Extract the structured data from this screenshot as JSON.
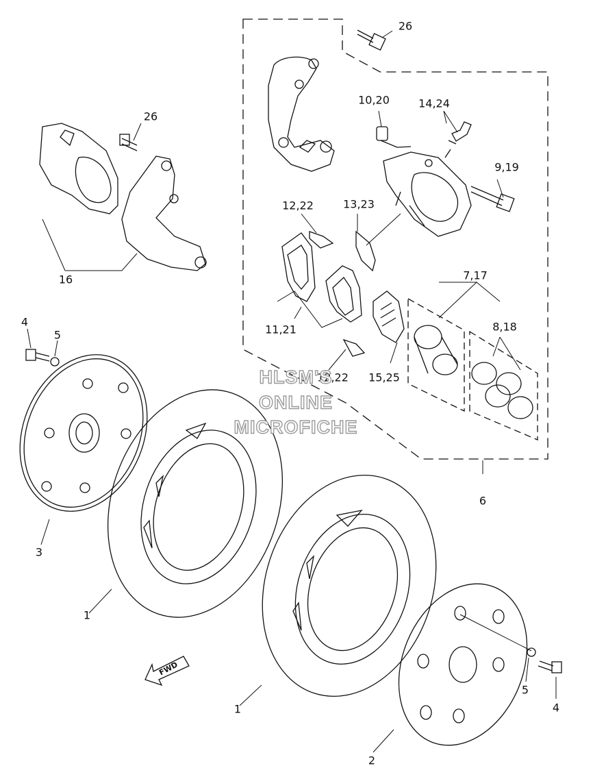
{
  "labels": {
    "l1a": "1",
    "l1b": "1",
    "l2": "2",
    "l3": "3",
    "l4a": "4",
    "l4b": "4",
    "l5a": "5",
    "l5b": "5",
    "l6": "6",
    "l7_17": "7,17",
    "l8_18": "8,18",
    "l9_19": "9,19",
    "l10_20": "10,20",
    "l11_21": "11,21",
    "l12_22a": "12,22",
    "l12_22b": "12,22",
    "l13_23": "13,23",
    "l14_24": "14,24",
    "l15_25": "15,25",
    "l16": "16",
    "l26a": "26",
    "l26b": "26"
  },
  "watermark": {
    "line1": "HLSM'S",
    "line2": "ONLINE",
    "line3": "MICROFICHE"
  },
  "fwd_label": "FWD",
  "colors": {
    "line": "#111111",
    "watermark_outline": "#9a9a9a"
  }
}
